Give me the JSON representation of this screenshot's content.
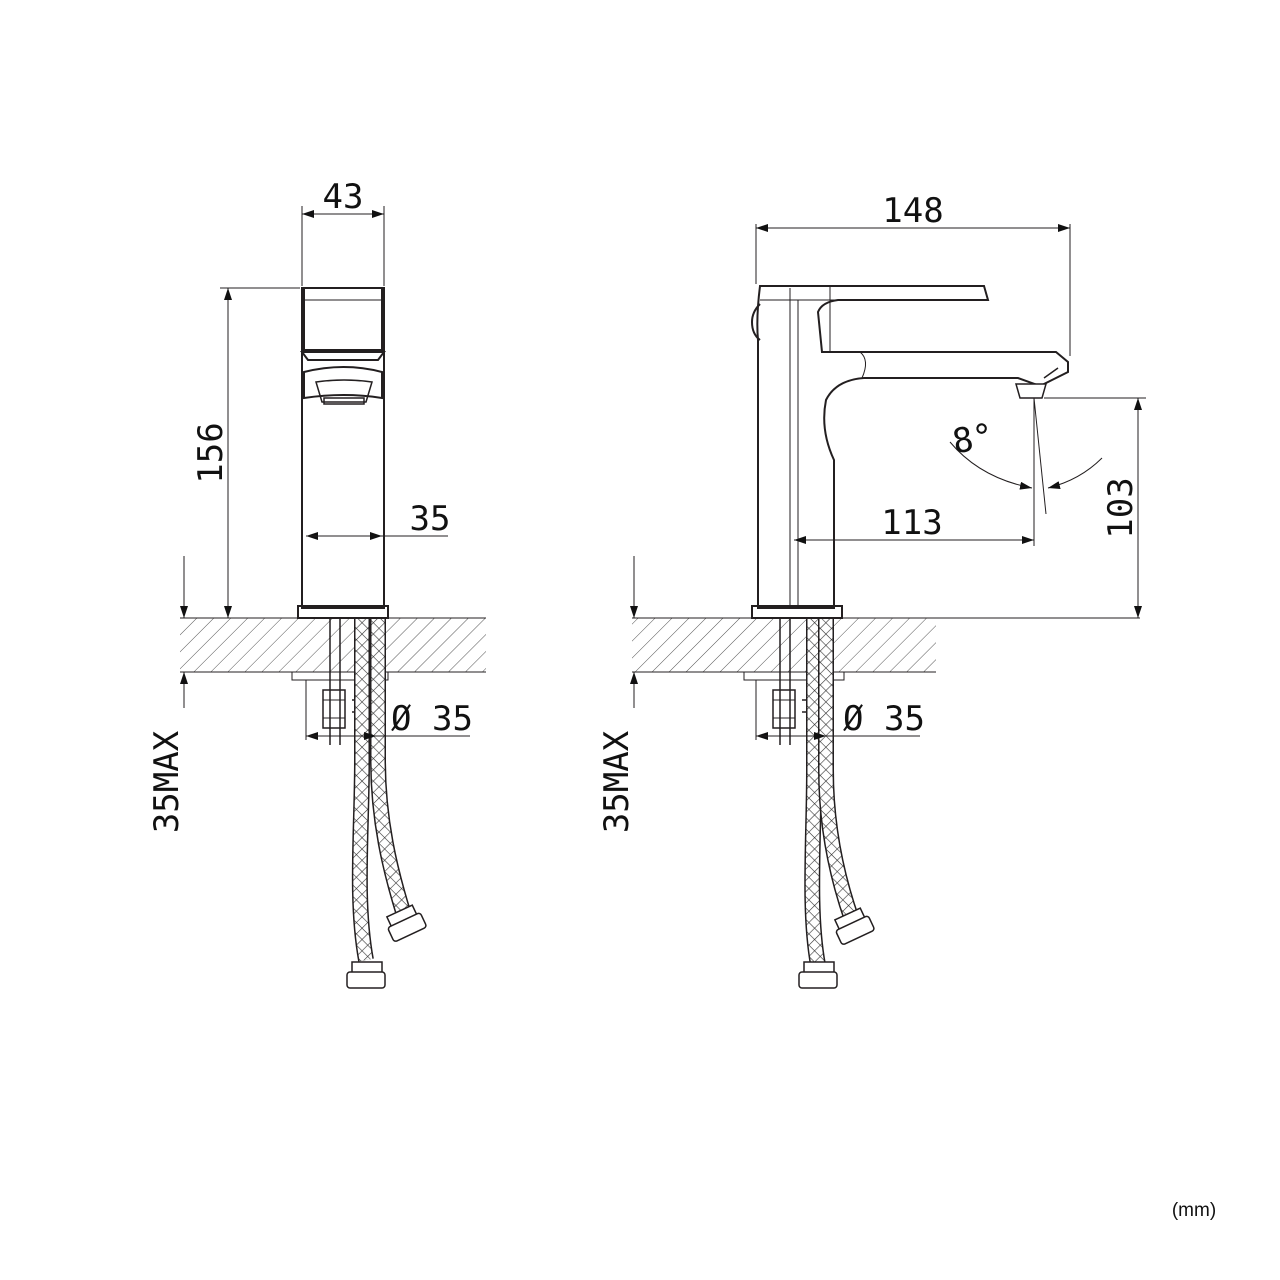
{
  "front_view": {
    "width_label": "43",
    "height_label": "156",
    "body_width_label": "35",
    "hole_label": "Ø 35",
    "max_thickness_label": "35MAX"
  },
  "side_view": {
    "length_label": "148",
    "reach_label": "113",
    "spout_height_label": "103",
    "angle_label": "8°",
    "hole_label": "Ø 35",
    "max_thickness_label": "35MAX"
  },
  "units_label": "(mm)"
}
